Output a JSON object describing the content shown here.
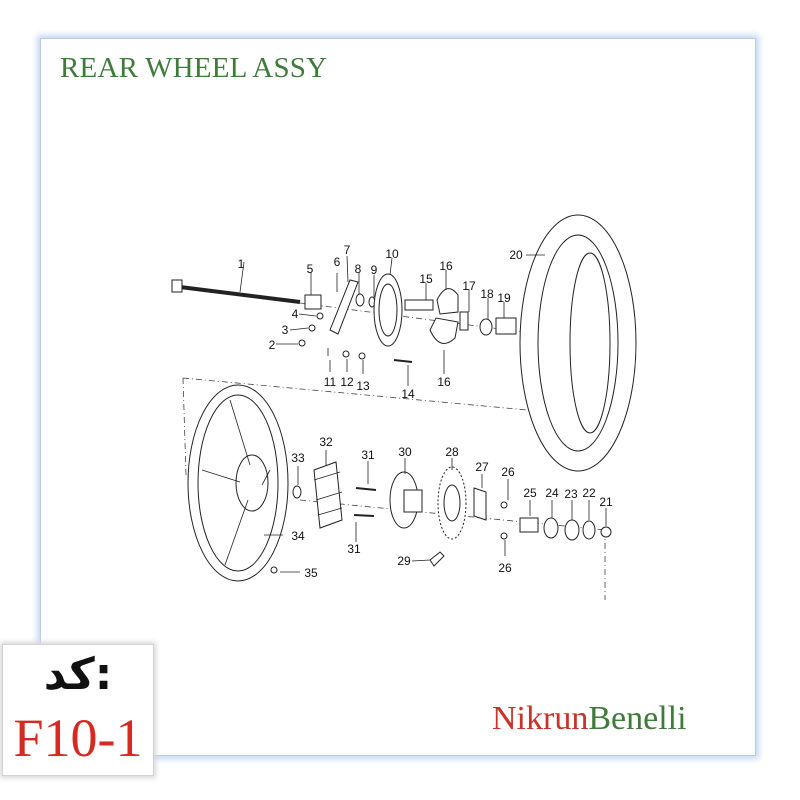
{
  "title": "REAR WHEEL ASSY",
  "brand": {
    "part1": "Nikrun",
    "part2": "Benelli",
    "color1": "#c8322a",
    "color2": "#3e7a3a"
  },
  "code": {
    "label": "کد:",
    "value": "F10-1",
    "value_color": "#d42a1f"
  },
  "part_numbers": [
    "1",
    "2",
    "3",
    "4",
    "5",
    "6",
    "7",
    "8",
    "9",
    "10",
    "11",
    "12",
    "13",
    "14",
    "15",
    "16",
    "16",
    "17",
    "18",
    "19",
    "20",
    "21",
    "22",
    "23",
    "24",
    "25",
    "26",
    "26",
    "27",
    "28",
    "29",
    "30",
    "31",
    "31",
    "32",
    "33",
    "34",
    "35"
  ]
}
